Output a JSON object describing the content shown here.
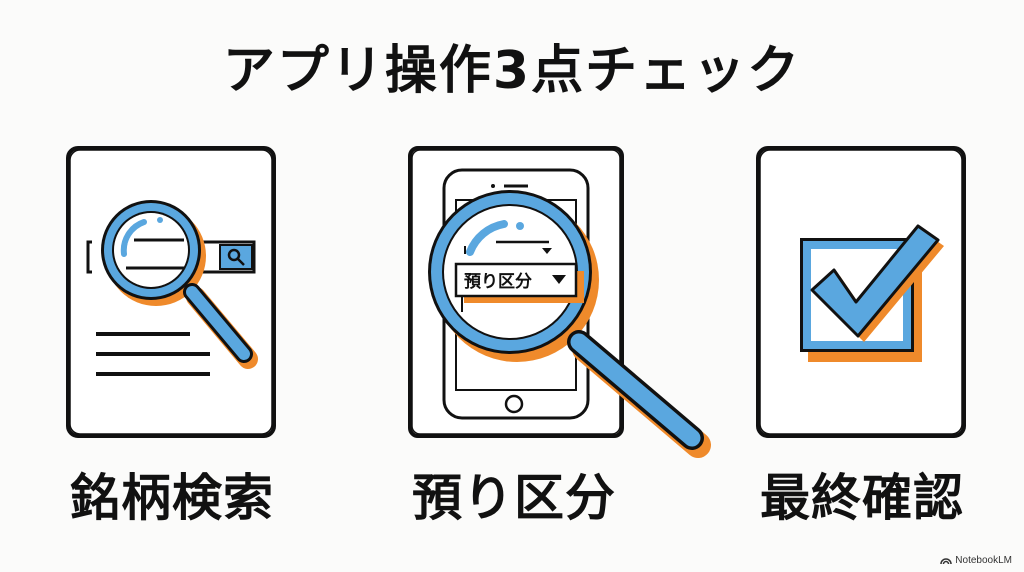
{
  "title": "アプリ操作3点チェック",
  "colors": {
    "blue": "#5aa7df",
    "orange": "#ef8a2b",
    "ink": "#111111",
    "background": "#fbfbfa"
  },
  "panels": [
    {
      "id": "search",
      "label": "銘柄検索",
      "icon": "magnifier-over-search-bar-icon"
    },
    {
      "id": "deposit-type",
      "label": "預り区分",
      "icon": "magnifier-over-phone-dropdown-icon",
      "dropdown_text": "預り区分",
      "dropdown_arrow": "▼"
    },
    {
      "id": "final-check",
      "label": "最終確認",
      "icon": "checkbox-checked-icon"
    }
  ],
  "footer": {
    "brand": "NotebookLM"
  }
}
